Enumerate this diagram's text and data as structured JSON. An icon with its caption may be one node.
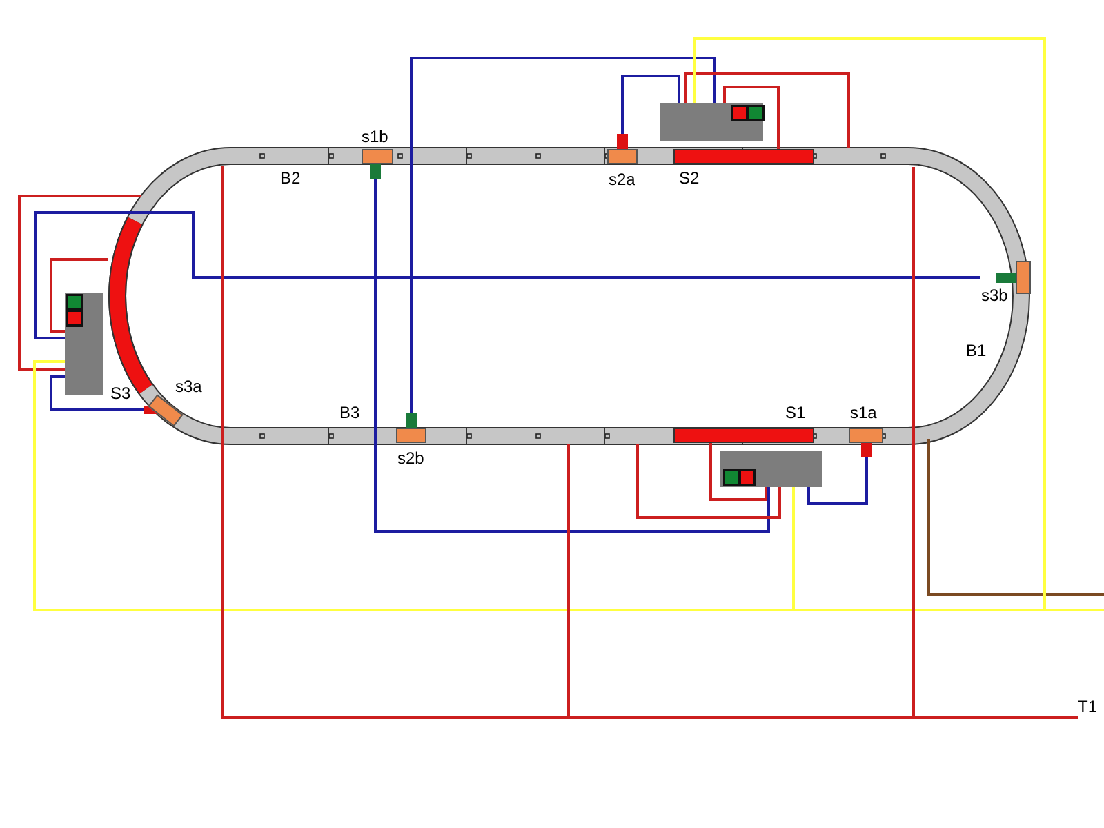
{
  "diagram": {
    "nodes": [
      {
        "text": [
          "s1b"
        ]
      },
      {
        "text": [
          "s2a"
        ]
      },
      {
        "text": [],
        "shape": "box"
      },
      {
        "text": [
          "S2"
        ]
      },
      {
        "text": [
          "s3b"
        ]
      },
      {
        "text": [],
        "shape": "box"
      },
      {
        "text": [
          "S3"
        ]
      },
      {
        "text": [
          "s3a"
        ]
      },
      {
        "text": [
          "s2b"
        ]
      },
      {
        "text": [
          "S1"
        ]
      },
      {
        "text": [
          "s1a"
        ]
      },
      {
        "text": [],
        "shape": "box"
      },
      {
        "text": [
          "T1"
        ]
      }
    ],
    "edges": [
      {
        "from": 1,
        "to": 2,
        "arrow": "none",
        "color": "#1c1ca0"
      },
      {
        "from": 8,
        "to": 2,
        "arrow": "none",
        "color": "#1c1ca0"
      },
      {
        "from": 0,
        "to": 11,
        "arrow": "none",
        "color": "#1c1ca0"
      },
      {
        "from": 10,
        "to": 11,
        "arrow": "none",
        "color": "#1c1ca0"
      },
      {
        "from": 4,
        "to": 5,
        "arrow": "none",
        "color": "#1c1ca0"
      },
      {
        "from": 7,
        "to": 5,
        "arrow": "none",
        "color": "#1c1ca0"
      },
      {
        "from": 2,
        "to": 3,
        "arrow": "none"
      },
      {
        "from": 2,
        "to": null,
        "arrow": "none"
      },
      {
        "from": 11,
        "to": 9,
        "arrow": "none"
      },
      {
        "from": 11,
        "to": null,
        "arrow": "none"
      },
      {
        "from": 5,
        "to": 6,
        "arrow": "none"
      },
      {
        "from": 5,
        "to": null,
        "arrow": "none"
      },
      {
        "from": 2,
        "to": null,
        "arrow": "none",
        "color": "#ffff40"
      },
      {
        "from": 11,
        "to": null,
        "arrow": "none",
        "color": "#ffff40"
      },
      {
        "from": 5,
        "to": null,
        "arrow": "none",
        "color": "#ffff40"
      },
      {
        "from": 12,
        "to": null,
        "arrow": "none"
      },
      {
        "from": 12,
        "to": null,
        "arrow": "none"
      },
      {
        "from": 12,
        "to": null,
        "arrow": "none"
      }
    ],
    "labels": [
      "B2",
      "B3",
      "B1"
    ]
  }
}
